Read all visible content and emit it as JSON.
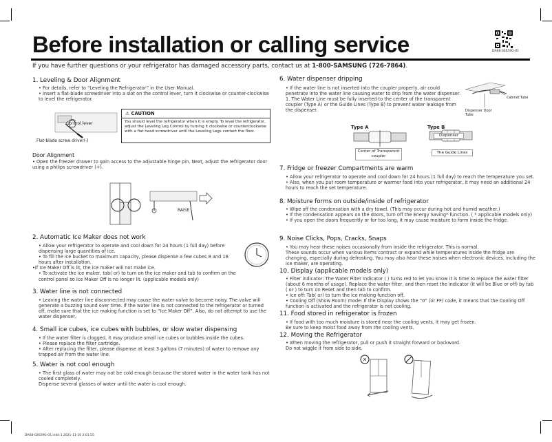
{
  "title": "Before installation or calling service",
  "doc_number": "DA68-02659G-01",
  "intro": {
    "text": "If you have further questions or your refrigerator has damaged accessory parts, contact us at ",
    "phone": "1-800-SAMSUNG (726-7864)",
    "end": "."
  },
  "s1": {
    "heading": "1. Leveling & Door Alignment",
    "b1": "• For details, refer to “Leveling the Refrigerator” in the User Manual.",
    "b2": "• Insert a flat-blade screwdriver into a slot on the control lever, turn it clockwise or counter-clockwise to level the refrigerator.",
    "label_control": "Control lever",
    "label_screwdriver": "Flat-blade screw driver(-)",
    "caution_title": "CAUTION",
    "caution_text": "You should level the refrigerator when it is empty. To level the refrigerator, adjust the Leveling Leg Control by turning it clockwise or counterclockwise with a flat head screwdriver until the Leveling Legs contact the floor.",
    "door_heading": "Door Alignment",
    "door_text": "• Open the freezer drawer to gain access to the adjustable hinge pin. Next, adjust the refrigerator door using a philips screwdriver (+).",
    "raise": "RAISE"
  },
  "s2": {
    "heading": "2. Automatic Ice Maker does not work",
    "b1": "• Allow your refrigerator to operate and cool down for 24 hours (1 full day) before dispensing large quantities of ice.",
    "b2": "• To fill the ice bucket to maximum capacity, please dispense a few cubes 8 and 16 hours after installation.",
    "b3": "•If Ice Maker Off is lit, the ice maker will not make ice.",
    "b4": "• To activate the ice maker, tab( or) to turn on the ice maker and tab to confirm on the control panel so Ice Maker Off is no longer lit. (applicable models only)"
  },
  "s3": {
    "heading": "3. Water line is not connected",
    "b1": "• Leaving the water line disconnected may cause the water valve to become noisy. The valve will generate a buzzing sound over time. If the water line is not connected to the refrigerator or turned off, make sure that the ice making function is set to “Ice Maker Off”. Also, do not attempt to use the water dispenser."
  },
  "s4": {
    "heading": "4.  Small ice cubes, ice cubes with bubbles, or slow water dispensing",
    "b1": "• If the water filter is clogged, it may produce small ice cubes or bubbles inside the cubes.",
    "b2": "• Please replace the filter cartridge.",
    "b3": "• After replacing the filter, please dispense at least 3 gallons (7 minutes) of water to remove any trapped air from the water line."
  },
  "s5": {
    "heading": "5. Water is not cool enough",
    "b1": "• The first glass of water may not be cold enough because the stored water in the water tank has not cooled completely.",
    "b2": "Dispense several glasses of water until the water is cool enough."
  },
  "s6": {
    "heading": "6. Water dispenser dripping",
    "b1": "• If the water line is not inserted into the coupler properly, air could penetrate into the water line causing water to drip from the water dispenser.",
    "b2": "1.  The Water Line must be fully inserted to the center of the transparent coupler (Type A) or the Guide Lines (Type B) to prevent water leakage from the dispenser.",
    "cabinet": "Cabinet Tube",
    "dispenser_tube": "Dispenser Door Tube",
    "type_a": "Type A",
    "type_b": "Type B",
    "center": "Center of Transparent coupler",
    "dispenser": "Dispenser",
    "guide": "The Guide Lines"
  },
  "s7": {
    "heading": "7. Fridge or freezer Compartments are warm",
    "b1": "• Allow your refrigerator to operate and cool down for 24 hours (1 full day) to reach the temperature you set.",
    "b2": "• Also, when you put room temperature or warmer food into your refrigerator, it may need an additional 24 hours to reach the set temperature."
  },
  "s8": {
    "heading": "8.  Moisture forms on outside/inside of refrigerator",
    "b1": "• Wipe off the condensation with a dry towel. (This may occur during hot and humid weather.)",
    "b2": "• If the condensation appears on the doors, turn off the Energy Saving* function. ( * applicable models only)",
    "b3": "• If you open the doors frequently or for too long, it may cause moisture to form inside the fridge."
  },
  "s9": {
    "heading": "9. Noise Clicks, Pops, Cracks, Snaps",
    "b1": "• You may hear these noises occasionally from inside the refrigerator. This is normal.",
    "b2": "These sounds occur when various items contract or expand while temperatures inside the fridge are changing, especially during defrosting. You may also hear these noises when electronic devices, including the ice maker, are operating."
  },
  "s10": {
    "heading": "10. Display (applicable models only)",
    "b1": "• Filter indicator: The Water Filter Indicator ( ) turns red to let you know it is time to replace the water filter (about 6 months of usage). Replace the water filter, and then reset the indicator (it will be Blue or off) by tab ( or ) to turn on Reset and then tab  to confirm.",
    "b2": "• Ice off: Tab( or) to turn the ice making function off.",
    "b3": "• Cooling Off (Show Room) mode: If the Display shows the “0” (or FF) code, it means that the Cooling Off function is activated and the refrigerator is not cooling."
  },
  "s11": {
    "heading": "11. Food stored in refrigerator is frozen",
    "b1": "• If food with too much moisture is stored near the cooling vents, it may get frozen.",
    "b2": "Be sure to keep moist food away from the cooling vents."
  },
  "s12": {
    "heading": "12. Moving the Refrigerator",
    "b1": "• When moving the refrigerator, pull or push it straight forward or backward.",
    "b2": "Do not wiggle it from side to side."
  },
  "footer": "DA68-02659G-01.indd   1    2021-11-10   2:01:55"
}
